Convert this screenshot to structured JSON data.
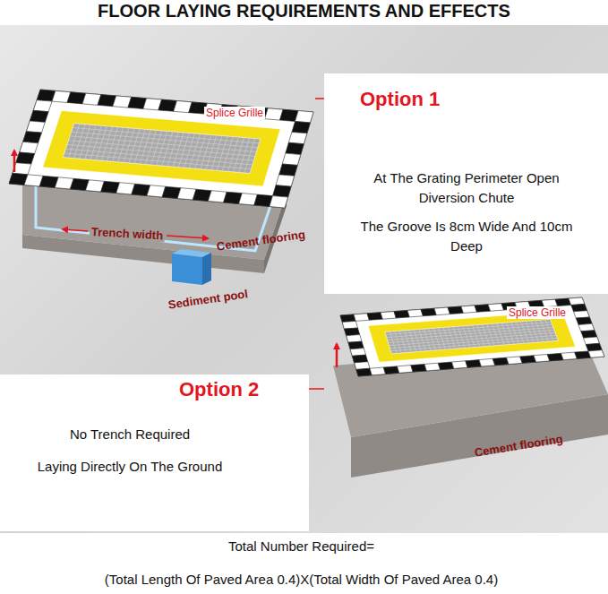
{
  "diagram": {
    "title": "FLOOR LAYING REQUIREMENTS AND EFFECTS",
    "nodes": [
      {
        "text": [
          "Option 1",
          "At The Grating Perimeter Open Diversion Chute",
          "The Groove Is 8cm Wide And 10cm Deep"
        ]
      },
      {
        "text": [
          "Option 2",
          "No Trench Required",
          "Laying Directly On The Ground"
        ]
      }
    ],
    "labels": [
      "Splice Grille",
      "Trench width",
      "Cement flooring",
      "Sediment pool",
      "Splice Grille",
      "Cement flooring",
      "Total Number Required=",
      "(Total Length Of Paved Area 0.4)X(Total Width Of Paved Area 0.4)"
    ]
  }
}
